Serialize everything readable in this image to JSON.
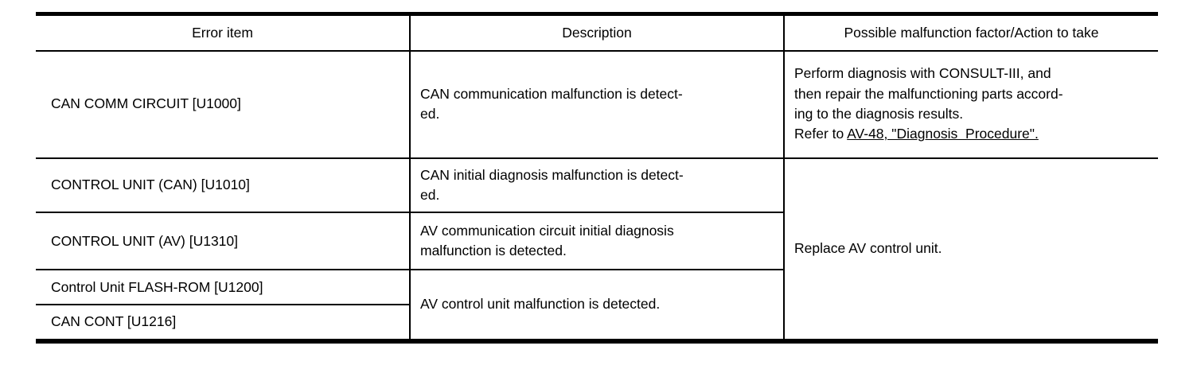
{
  "table": {
    "headers": {
      "error_item": "Error item",
      "description": "Description",
      "action": "Possible malfunction factor/Action to take"
    },
    "rows": {
      "r1": {
        "error_item": "CAN COMM CIRCUIT [U1000]",
        "description": "CAN communication malfunction is detect-\ned.",
        "action_text": "Perform diagnosis with CONSULT-III, and\nthen repair the malfunctioning parts accord-\ning to the diagnosis results.",
        "action_refer_prefix": "Refer to ",
        "action_link": "AV-48, \"Diagnosis  Procedure\"."
      },
      "r2": {
        "error_item": "CONTROL UNIT (CAN) [U1010]",
        "description": "CAN initial diagnosis malfunction is detect-\ned."
      },
      "r3": {
        "error_item": "CONTROL UNIT (AV) [U1310]",
        "description": "AV communication circuit initial diagnosis\nmalfunction is detected."
      },
      "r4": {
        "error_item": "Control Unit FLASH-ROM [U1200]"
      },
      "r5": {
        "error_item": "CAN CONT [U1216]"
      },
      "shared_description_r4_r5": "AV control unit malfunction is detected.",
      "shared_action_r2_r5": "Replace AV control unit."
    }
  }
}
